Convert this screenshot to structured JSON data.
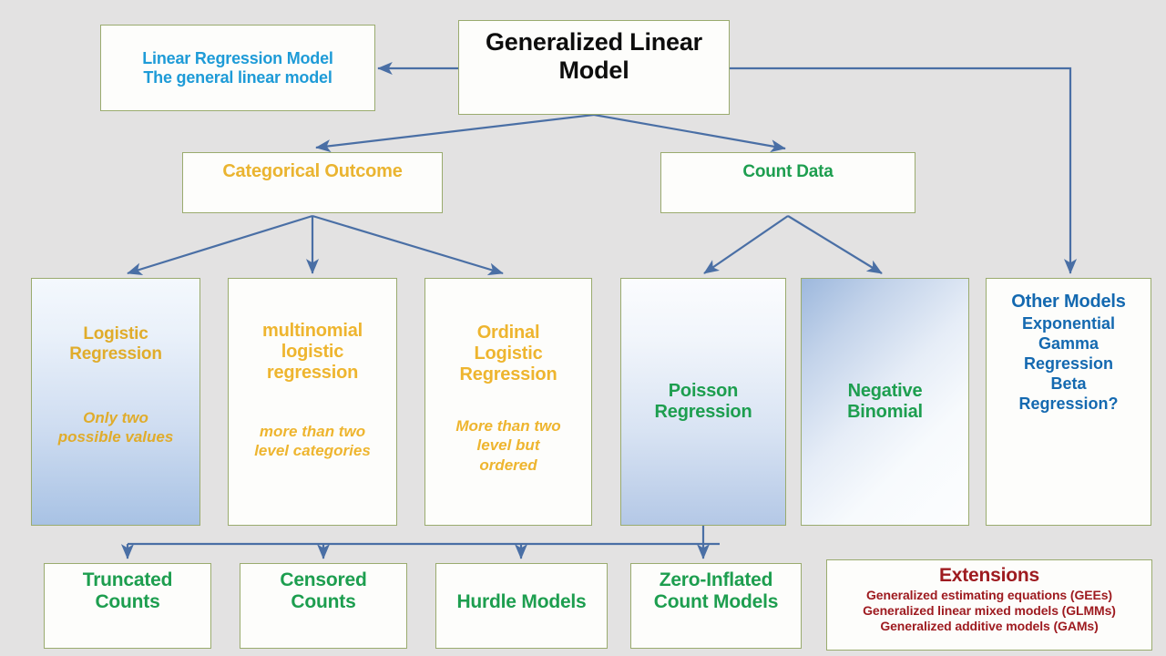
{
  "diagram": {
    "title": "Generalized Linear Model",
    "background_color": "#e3e2e2",
    "box_border_color": "#9aab6e",
    "connector_color": "#4a6fa5",
    "palette": {
      "black": "#0d0d0d",
      "cyan_blue": "#1e9bd7",
      "gold": "#eeb52f",
      "green": "#1d9e4f",
      "blue": "#1469b0",
      "dark_red": "#9e1b20"
    }
  },
  "nodes": {
    "glm": {
      "title": "Generalized Linear\nModel"
    },
    "linear_regression": {
      "line1": "Linear Regression Model",
      "line2": "The general linear model"
    },
    "categorical_outcome": {
      "title": "Categorical Outcome"
    },
    "count_data": {
      "title": "Count Data"
    },
    "logistic": {
      "title": "Logistic\nRegression",
      "subtitle": "Only two\npossible values"
    },
    "multinomial": {
      "title": "multinomial\nlogistic\nregression",
      "subtitle": "more than two\nlevel categories"
    },
    "ordinal": {
      "title": "Ordinal\nLogistic\nRegression",
      "subtitle": "More than two\nlevel but\nordered"
    },
    "poisson": {
      "title": "Poisson\nRegression"
    },
    "negative_binomial": {
      "title": "Negative\nBinomial"
    },
    "other_models": {
      "title": "Other Models",
      "items": "Exponential\nGamma\nRegression\nBeta\nRegression?"
    },
    "truncated_counts": {
      "title": "Truncated\nCounts"
    },
    "censored_counts": {
      "title": "Censored\nCounts"
    },
    "hurdle_models": {
      "title": "Hurdle Models"
    },
    "zero_inflated": {
      "title": "Zero-Inflated\nCount Models"
    },
    "extensions": {
      "title": "Extensions",
      "items": "Generalized estimating equations (GEEs)\nGeneralized linear mixed models (GLMMs)\nGeneralized additive models (GAMs)"
    }
  },
  "connections": [
    {
      "name": "glm-to-linear-regression",
      "from": "glm",
      "to": "linear_regression"
    },
    {
      "name": "glm-to-categorical-outcome",
      "from": "glm",
      "to": "categorical_outcome"
    },
    {
      "name": "glm-to-count-data",
      "from": "glm",
      "to": "count_data"
    },
    {
      "name": "glm-to-other-models",
      "from": "glm",
      "to": "other_models"
    },
    {
      "name": "categorical-to-logistic",
      "from": "categorical_outcome",
      "to": "logistic"
    },
    {
      "name": "categorical-to-multinomial",
      "from": "categorical_outcome",
      "to": "multinomial"
    },
    {
      "name": "categorical-to-ordinal",
      "from": "categorical_outcome",
      "to": "ordinal"
    },
    {
      "name": "count-to-poisson",
      "from": "count_data",
      "to": "poisson"
    },
    {
      "name": "count-to-negative-binomial",
      "from": "count_data",
      "to": "negative_binomial"
    },
    {
      "name": "poisson-to-truncated",
      "from": "poisson",
      "to": "truncated_counts"
    },
    {
      "name": "poisson-to-censored",
      "from": "poisson",
      "to": "censored_counts"
    },
    {
      "name": "poisson-to-hurdle",
      "from": "poisson",
      "to": "hurdle_models"
    },
    {
      "name": "poisson-to-zero-inflated",
      "from": "poisson",
      "to": "zero_inflated"
    }
  ]
}
